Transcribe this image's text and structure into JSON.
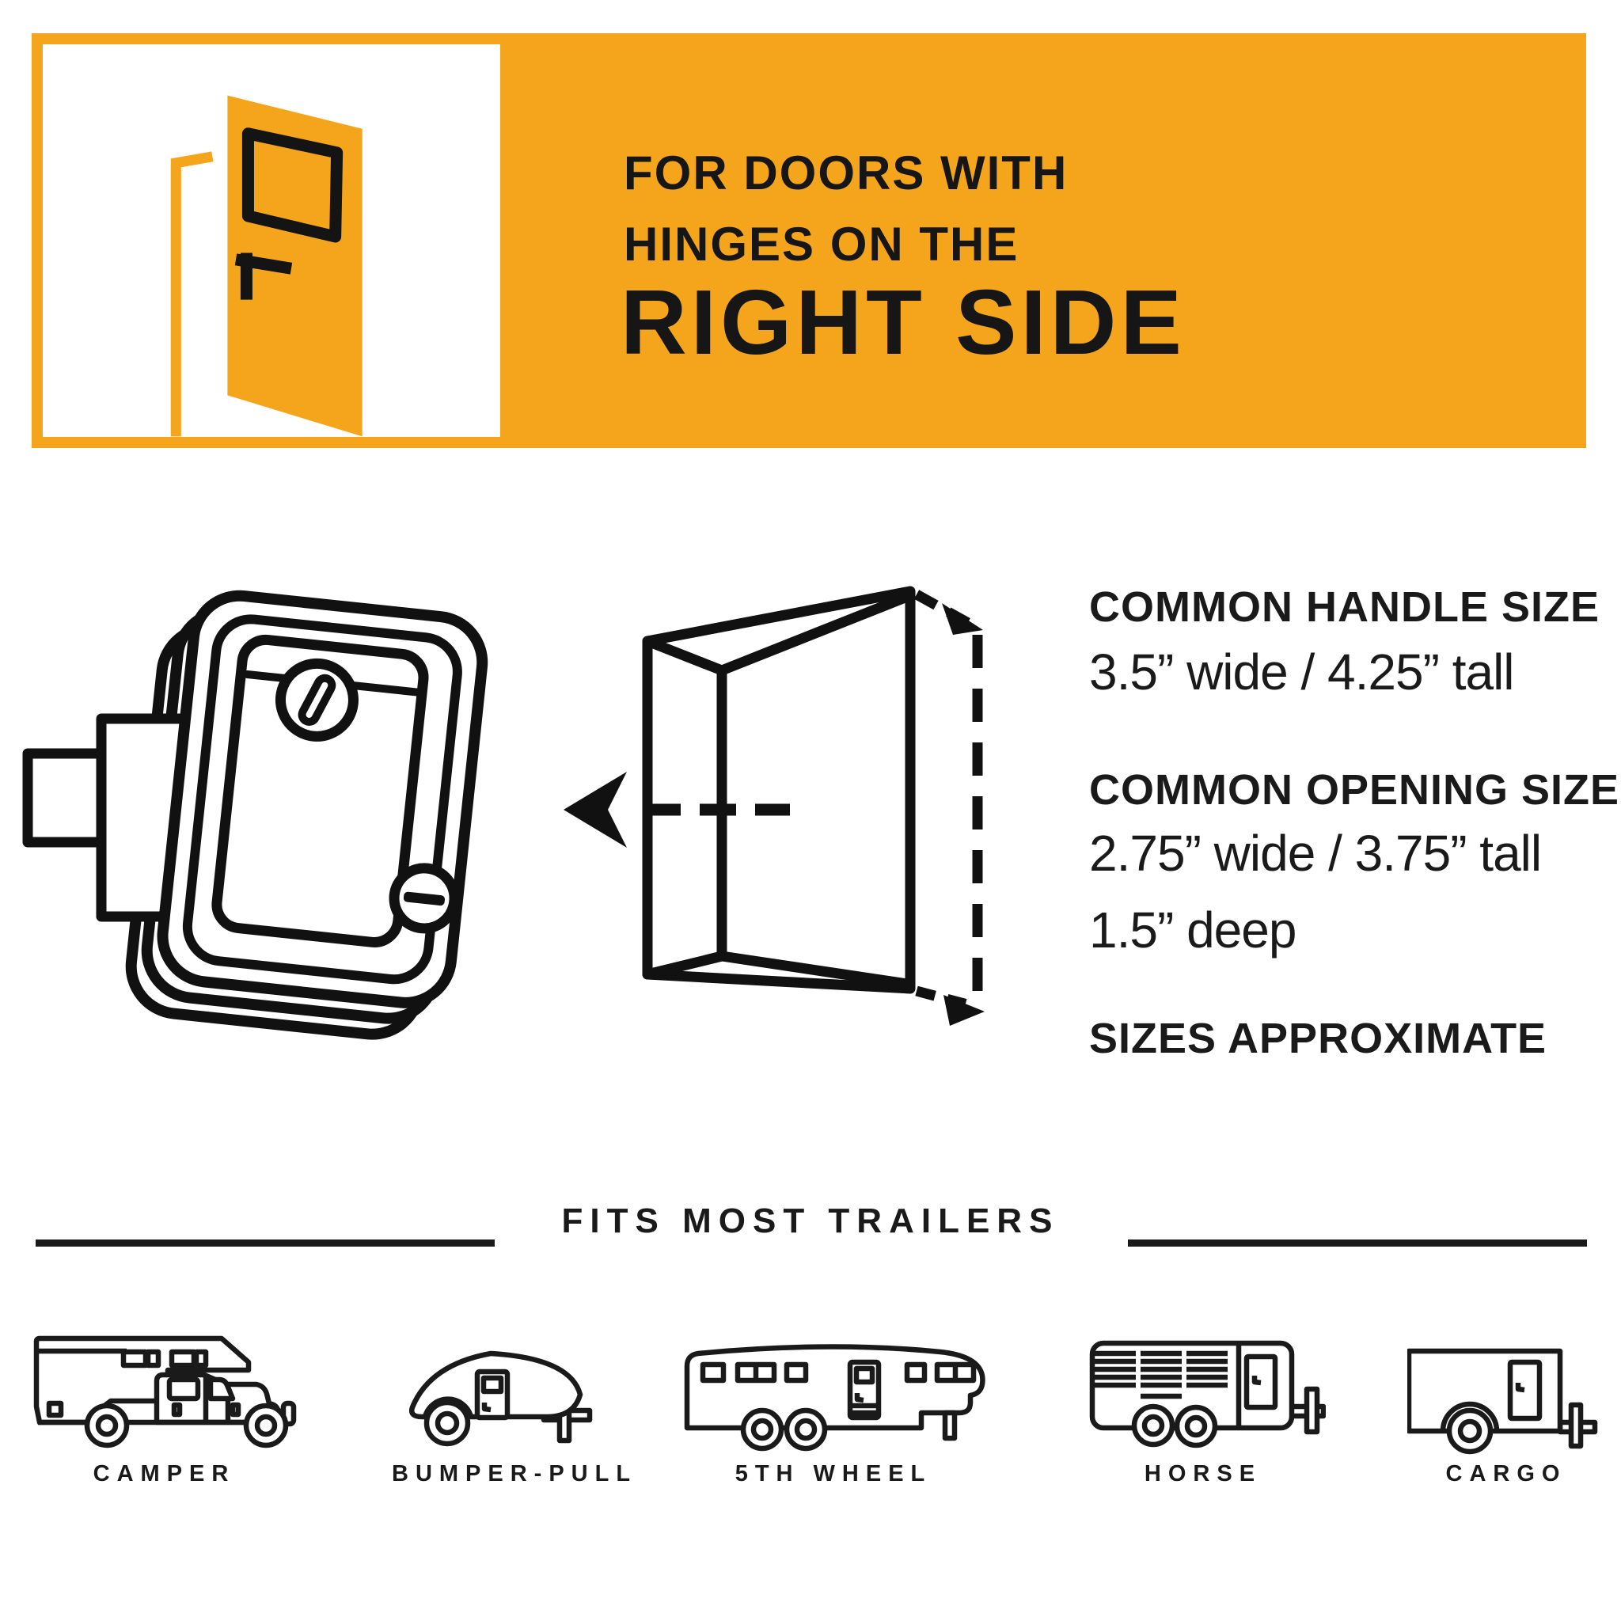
{
  "banner": {
    "line1": "FOR DOORS WITH",
    "line2": "HINGES ON THE",
    "line3": "RIGHT SIDE",
    "accent_color": "#f4a51c",
    "ink_color": "#1a1a1a"
  },
  "specs": {
    "handle_label": "COMMON HANDLE SIZE",
    "handle_value": "3.5” wide / 4.25” tall",
    "opening_label": "COMMON OPENING SIZE",
    "opening_value": "2.75” wide / 3.75” tall",
    "depth_value": "1.5” deep",
    "note": "SIZES APPROXIMATE"
  },
  "divider": {
    "label": "FITS MOST TRAILERS"
  },
  "trailers": [
    {
      "label": "CAMPER"
    },
    {
      "label": "BUMPER-PULL"
    },
    {
      "label": "5TH WHEEL"
    },
    {
      "label": "HORSE"
    },
    {
      "label": "CARGO"
    }
  ],
  "icons": {
    "door": "open-door-icon",
    "latch": "rv-latch-drawing",
    "opening": "door-opening-drawing",
    "arrow": "left-arrow-icon",
    "camper": "camper-truck-icon",
    "bumper_pull": "teardrop-trailer-icon",
    "fifth_wheel": "fifth-wheel-trailer-icon",
    "horse": "horse-trailer-icon",
    "cargo": "cargo-trailer-icon"
  }
}
